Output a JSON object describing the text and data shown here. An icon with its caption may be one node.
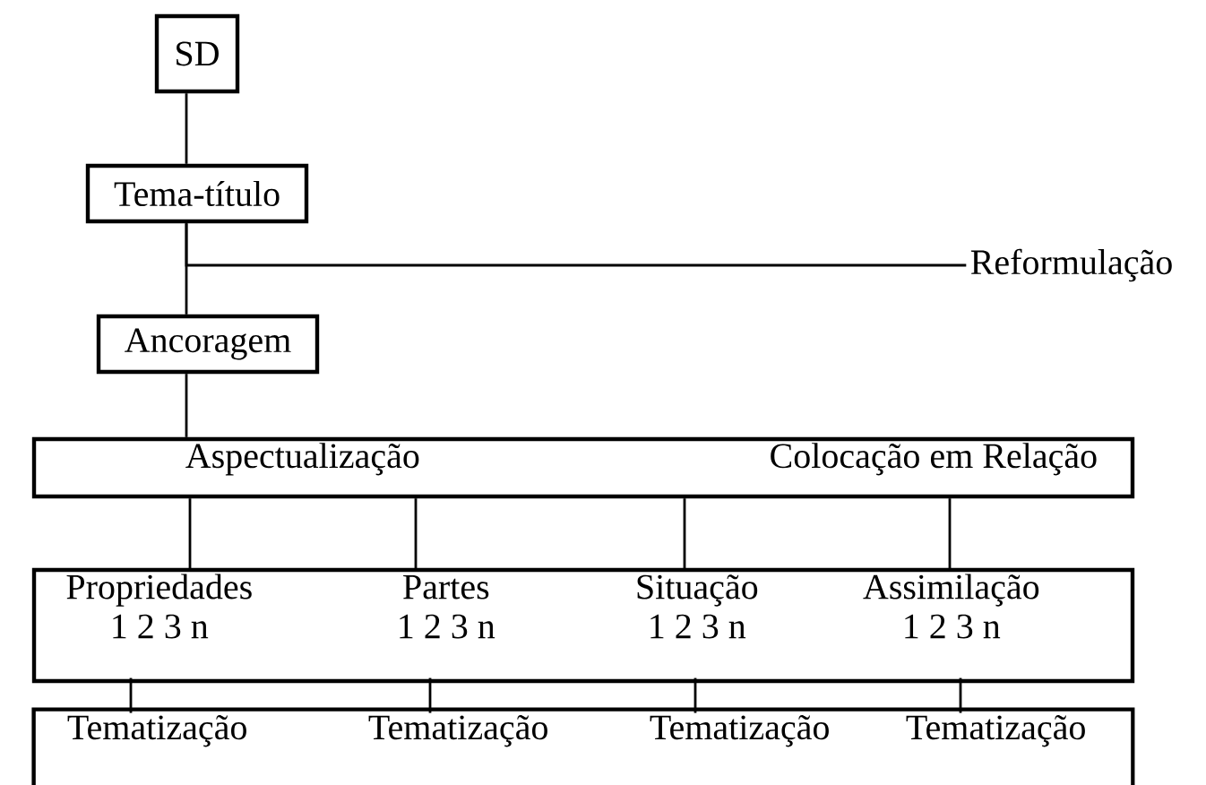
{
  "diagram": {
    "nodes": [
      {
        "text": [
          "SD"
        ]
      },
      {
        "text": [
          "Tema-título"
        ]
      },
      {
        "text": [
          "Ancoragem"
        ]
      },
      {
        "text": [
          "Reformulação"
        ]
      },
      {
        "text": [],
        "shape": "box"
      },
      {
        "text": [
          "Aspectualização"
        ],
        "in": 4
      },
      {
        "text": [
          "Colocação em Relação"
        ],
        "in": 4
      },
      {
        "text": [],
        "shape": "box"
      },
      {
        "text": [
          "Propriedades",
          "1 2 3 n"
        ],
        "in": 7
      },
      {
        "text": [
          "Partes",
          "1 2 3 n"
        ],
        "in": 7
      },
      {
        "text": [
          "Situação",
          "1 2 3 n"
        ],
        "in": 7
      },
      {
        "text": [
          "Assimilação",
          "1 2 3 n"
        ],
        "in": 7
      },
      {
        "text": [],
        "shape": "box"
      },
      {
        "text": [
          "Tematização"
        ],
        "in": 12
      },
      {
        "text": [
          "Tematização"
        ],
        "in": 12
      },
      {
        "text": [
          "Tematização"
        ],
        "in": 12
      },
      {
        "text": [
          "Tematização"
        ],
        "in": 12
      }
    ],
    "edges": [
      {
        "from": 0,
        "to": 1,
        "arrow": "none"
      },
      {
        "from": 1,
        "to": 2,
        "arrow": "none"
      },
      {
        "from": 1,
        "to": 3,
        "arrow": "none"
      },
      {
        "from": 2,
        "to": 4,
        "arrow": "none"
      },
      {
        "from": 4,
        "to": 8,
        "arrow": "none"
      },
      {
        "from": 4,
        "to": 9,
        "arrow": "none"
      },
      {
        "from": 4,
        "to": 10,
        "arrow": "none"
      },
      {
        "from": 4,
        "to": 11,
        "arrow": "none"
      },
      {
        "from": 8,
        "to": 13,
        "arrow": "none"
      },
      {
        "from": 9,
        "to": 14,
        "arrow": "none"
      },
      {
        "from": 10,
        "to": 15,
        "arrow": "none"
      },
      {
        "from": 11,
        "to": 16,
        "arrow": "none"
      }
    ]
  }
}
